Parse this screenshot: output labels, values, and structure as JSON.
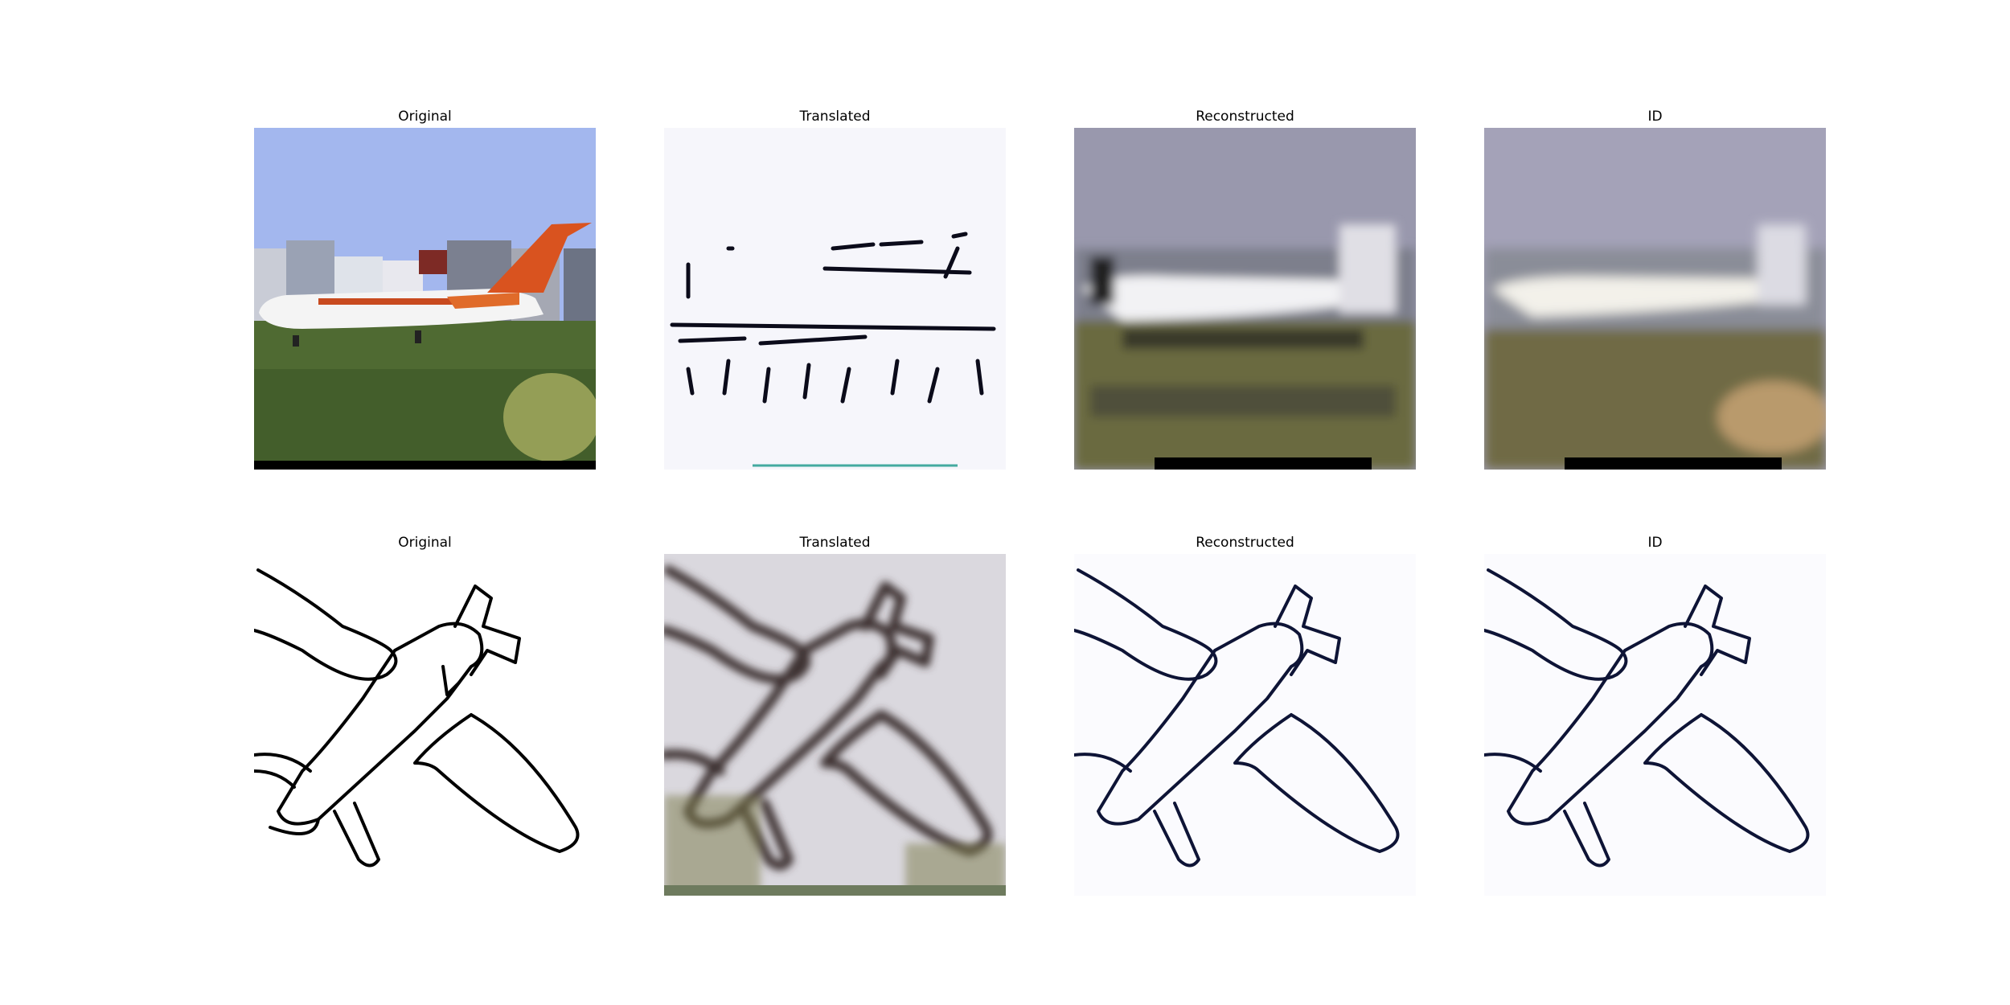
{
  "rows": [
    {
      "panels": [
        {
          "title": "Original"
        },
        {
          "title": "Translated"
        },
        {
          "title": "Reconstructed"
        },
        {
          "title": "ID"
        }
      ]
    },
    {
      "panels": [
        {
          "title": "Original"
        },
        {
          "title": "Translated"
        },
        {
          "title": "Reconstructed"
        },
        {
          "title": "ID"
        }
      ]
    }
  ],
  "colors": {
    "sky": "#a3b7ee",
    "grass": "#4f6a32",
    "fuselage": "#f4f4f4",
    "tail_orange": "#d9531f",
    "sketch_line": "#000000",
    "blurred_sketch_bg": "#dad8de",
    "blurred_sketch_line": "#3c3030"
  }
}
